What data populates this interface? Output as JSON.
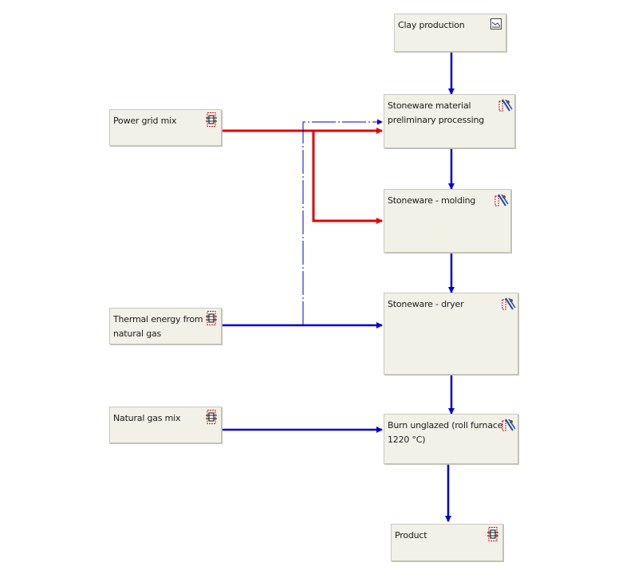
{
  "diagram": {
    "nodes": {
      "clay_production": {
        "label": "Clay production",
        "icon": "plan-icon"
      },
      "power_grid_mix": {
        "label": "Power grid mix",
        "icon": "grid-process-icon"
      },
      "stoneware_preliminary": {
        "label": "Stoneware material\npreliminary processing",
        "icon": "process-icon"
      },
      "stoneware_molding": {
        "label": "Stoneware - molding",
        "icon": "process-icon"
      },
      "thermal_energy": {
        "label": "Thermal energy from\nnatural gas",
        "icon": "grid-process-icon"
      },
      "stoneware_dryer": {
        "label": "Stoneware - dryer",
        "icon": "process-icon"
      },
      "natural_gas_mix": {
        "label": "Natural gas mix",
        "icon": "grid-process-icon"
      },
      "burn_unglazed": {
        "label": "Burn unglazed (roll furnace,\n1220 °C)",
        "icon": "process-icon"
      },
      "product": {
        "label": "Product",
        "icon": "grid-process-icon"
      }
    },
    "colors": {
      "material_flow": "#0000cc",
      "electricity_flow": "#e00000",
      "node_fill": "#f2f1e8"
    },
    "connections": [
      {
        "from": "Clay production",
        "to": "Stoneware material preliminary processing",
        "type": "material"
      },
      {
        "from": "Stoneware material preliminary processing",
        "to": "Stoneware - molding",
        "type": "material"
      },
      {
        "from": "Stoneware - molding",
        "to": "Stoneware - dryer",
        "type": "material"
      },
      {
        "from": "Stoneware - dryer",
        "to": "Burn unglazed (roll furnace, 1220 °C)",
        "type": "material"
      },
      {
        "from": "Burn unglazed (roll furnace, 1220 °C)",
        "to": "Product",
        "type": "material"
      },
      {
        "from": "Power grid mix",
        "to": "Stoneware material preliminary processing",
        "type": "electricity"
      },
      {
        "from": "Power grid mix",
        "to": "Stoneware - molding",
        "type": "electricity"
      },
      {
        "from": "Thermal energy from natural gas",
        "to": "Stoneware - dryer",
        "type": "thermal"
      },
      {
        "from": "Thermal energy from natural gas",
        "to": "Stoneware material preliminary processing",
        "type": "thermal-thin"
      },
      {
        "from": "Natural gas mix",
        "to": "Burn unglazed (roll furnace, 1220 °C)",
        "type": "material"
      }
    ]
  }
}
